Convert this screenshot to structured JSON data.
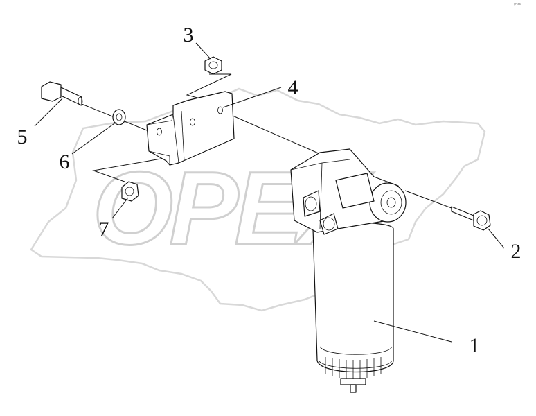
{
  "corner_mark": "ᵖᴾ ᵃᵃᵃ",
  "watermark": {
    "text": "OPEX"
  },
  "callouts": [
    {
      "id": "1",
      "label": "1"
    },
    {
      "id": "2",
      "label": "2"
    },
    {
      "id": "3",
      "label": "3"
    },
    {
      "id": "4",
      "label": "4"
    },
    {
      "id": "5",
      "label": "5"
    },
    {
      "id": "6",
      "label": "6"
    },
    {
      "id": "7",
      "label": "7"
    }
  ]
}
